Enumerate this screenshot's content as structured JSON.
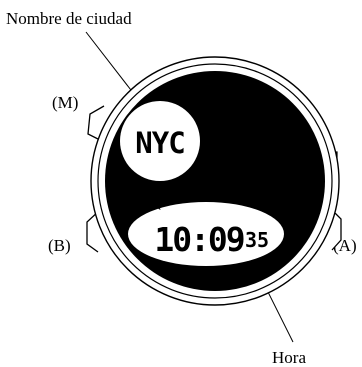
{
  "labels": {
    "city_name": "Nombre de ciudad",
    "button_m": "(M)",
    "button_b": "(B)",
    "button_a": "(A)",
    "time": "Hora"
  },
  "display": {
    "city_code": "NYC",
    "time_main": "10:09",
    "seconds": "35",
    "indicator": "^"
  }
}
